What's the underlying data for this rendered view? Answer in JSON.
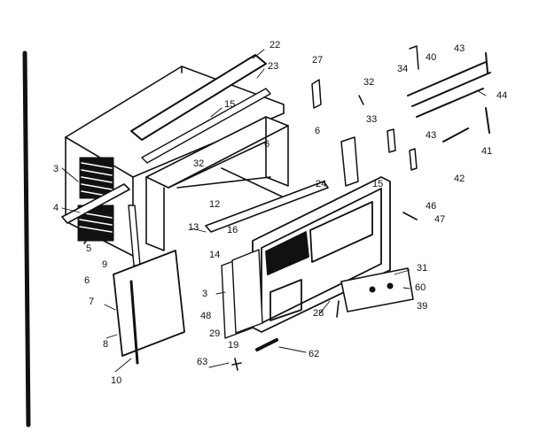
{
  "diagram": {
    "callouts": [
      {
        "id": "c22",
        "text": "22"
      },
      {
        "id": "c23",
        "text": "23"
      },
      {
        "id": "c27",
        "text": "27"
      },
      {
        "id": "c34",
        "text": "34"
      },
      {
        "id": "c40",
        "text": "40"
      },
      {
        "id": "c43a",
        "text": "43"
      },
      {
        "id": "c32a",
        "text": "32"
      },
      {
        "id": "c44",
        "text": "44"
      },
      {
        "id": "c15a",
        "text": "15"
      },
      {
        "id": "c6a",
        "text": "6"
      },
      {
        "id": "c33",
        "text": "33"
      },
      {
        "id": "c43b",
        "text": "43"
      },
      {
        "id": "c41",
        "text": "41"
      },
      {
        "id": "c3",
        "text": "3"
      },
      {
        "id": "c32b",
        "text": "32"
      },
      {
        "id": "c6b",
        "text": "6"
      },
      {
        "id": "c42",
        "text": "42"
      },
      {
        "id": "c24",
        "text": "24"
      },
      {
        "id": "c15b",
        "text": "15"
      },
      {
        "id": "c4",
        "text": "4"
      },
      {
        "id": "c12",
        "text": "12"
      },
      {
        "id": "c46",
        "text": "46"
      },
      {
        "id": "c47",
        "text": "47"
      },
      {
        "id": "c5",
        "text": "5"
      },
      {
        "id": "c13",
        "text": "13"
      },
      {
        "id": "c16",
        "text": "16"
      },
      {
        "id": "c14",
        "text": "14"
      },
      {
        "id": "c9",
        "text": "9"
      },
      {
        "id": "c6c",
        "text": "6"
      },
      {
        "id": "c31",
        "text": "31"
      },
      {
        "id": "c60",
        "text": "60"
      },
      {
        "id": "c7",
        "text": "7"
      },
      {
        "id": "c3b",
        "text": "3"
      },
      {
        "id": "c39",
        "text": "39"
      },
      {
        "id": "c48",
        "text": "48"
      },
      {
        "id": "c28",
        "text": "28"
      },
      {
        "id": "c29",
        "text": "29"
      },
      {
        "id": "c8",
        "text": "8"
      },
      {
        "id": "c19",
        "text": "19"
      },
      {
        "id": "c62",
        "text": "62"
      },
      {
        "id": "c63",
        "text": "63"
      },
      {
        "id": "c10",
        "text": "10"
      }
    ]
  }
}
